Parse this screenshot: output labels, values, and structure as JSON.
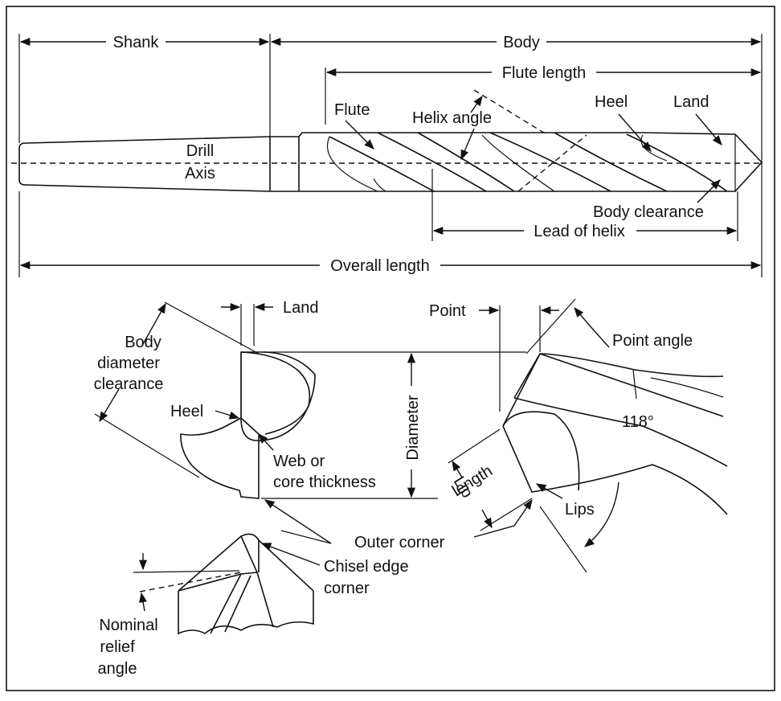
{
  "labels": {
    "shank": "Shank",
    "body": "Body",
    "flute_length": "Flute length",
    "flute": "Flute",
    "helix_angle": "Helix angle",
    "heel_top": "Heel",
    "land_top": "Land",
    "drill": "Drill",
    "axis": "Axis",
    "body_clearance": "Body clearance",
    "lead_of_helix": "Lead of helix",
    "overall_length": "Overall length",
    "land_mid": "Land",
    "body_dia_1": "Body",
    "body_dia_2": "diameter",
    "body_dia_3": "clearance",
    "heel_mid": "Heel",
    "web_1": "Web or",
    "web_2": "core thickness",
    "diameter": "Diameter",
    "point": "Point",
    "point_angle": "Point angle",
    "angle_118": "118°",
    "lip_1": "Lip",
    "lip_2": "length",
    "lips": "Lips",
    "outer_corner": "Outer corner",
    "chisel_1": "Chisel edge",
    "chisel_2": "corner",
    "relief_1": "Nominal",
    "relief_2": "relief",
    "relief_3": "angle"
  }
}
